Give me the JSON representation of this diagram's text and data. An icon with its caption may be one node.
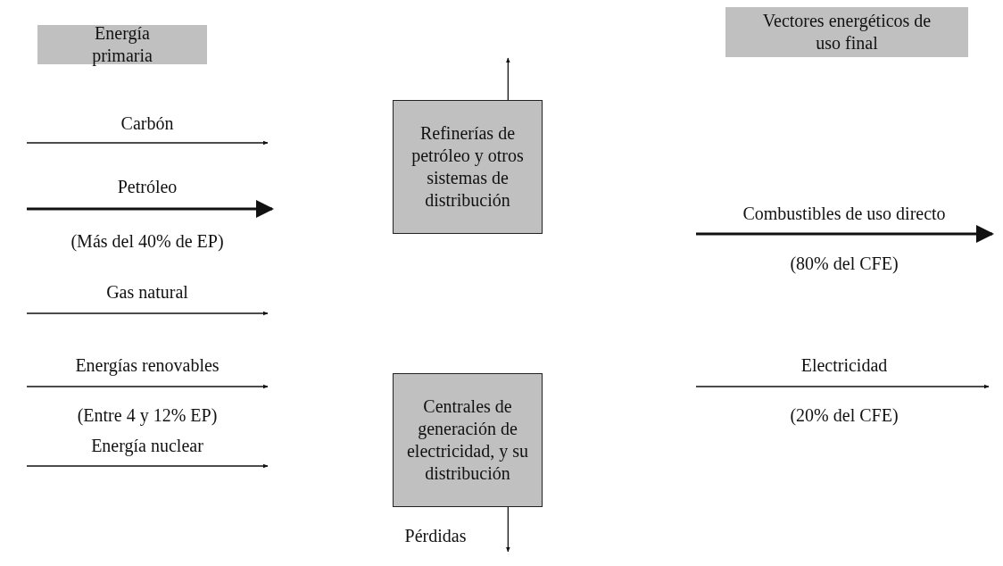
{
  "diagram": {
    "nodes": [
      {
        "text": [
          "Energía primaria"
        ]
      },
      {
        "text": [
          "Vectores energéticos de uso final"
        ]
      },
      {
        "text": [
          "Refinerías de petróleo y otros sistemas de distribución"
        ]
      },
      {
        "text": [
          "Centrales de generación de electricidad, y su distribución"
        ]
      }
    ],
    "edges": [
      {
        "from": 2,
        "to": null,
        "arrow": "to"
      },
      {
        "from": 3,
        "to": null,
        "arrow": "to",
        "label": "Pérdidas"
      }
    ],
    "labels": [
      "Carbón",
      "Petróleo",
      "Combustibles de uso directo",
      "(Más del 40% de EP)",
      "(80% del CFE)",
      "Gas natural",
      "Energías renovables",
      "Electricidad",
      "(Entre 4 y 12% EP)",
      "(20% del CFE)",
      "Energía nuclear"
    ]
  }
}
